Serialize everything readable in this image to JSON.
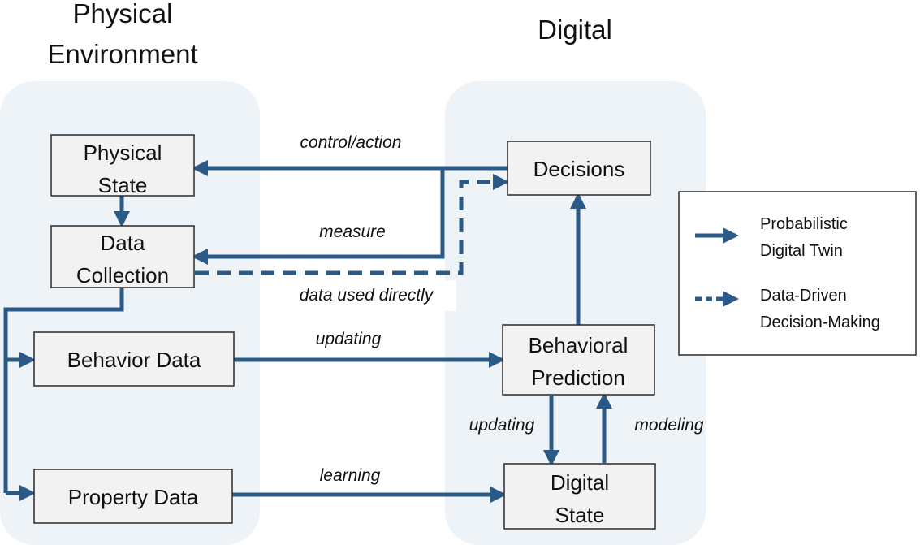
{
  "regions": {
    "physical": {
      "title_line1": "Physical",
      "title_line2": "Environment"
    },
    "digital": {
      "title": "Digital"
    }
  },
  "nodes": {
    "physical_state": [
      "Physical",
      "State"
    ],
    "data_collection": [
      "Data",
      "Collection"
    ],
    "behavior_data": "Behavior Data",
    "property_data": "Property Data",
    "decisions": "Decisions",
    "behavioral_prediction": [
      "Behavioral",
      "Prediction"
    ],
    "digital_state": [
      "Digital",
      "State"
    ]
  },
  "flows": {
    "control_action": "control/action",
    "measure": "measure",
    "data_used_directly": "data used directly",
    "updating_behavior": "updating",
    "updating_state": "updating",
    "modeling": "modeling",
    "learning": "learning"
  },
  "legend": {
    "solid": [
      "Probabilistic",
      "Digital Twin"
    ],
    "dashed": [
      "Data-Driven",
      "Decision-Making"
    ]
  },
  "colors": {
    "arrow": "#2a5a85",
    "region_fill": "#eef3f8",
    "node_fill": "#f2f2f2"
  }
}
